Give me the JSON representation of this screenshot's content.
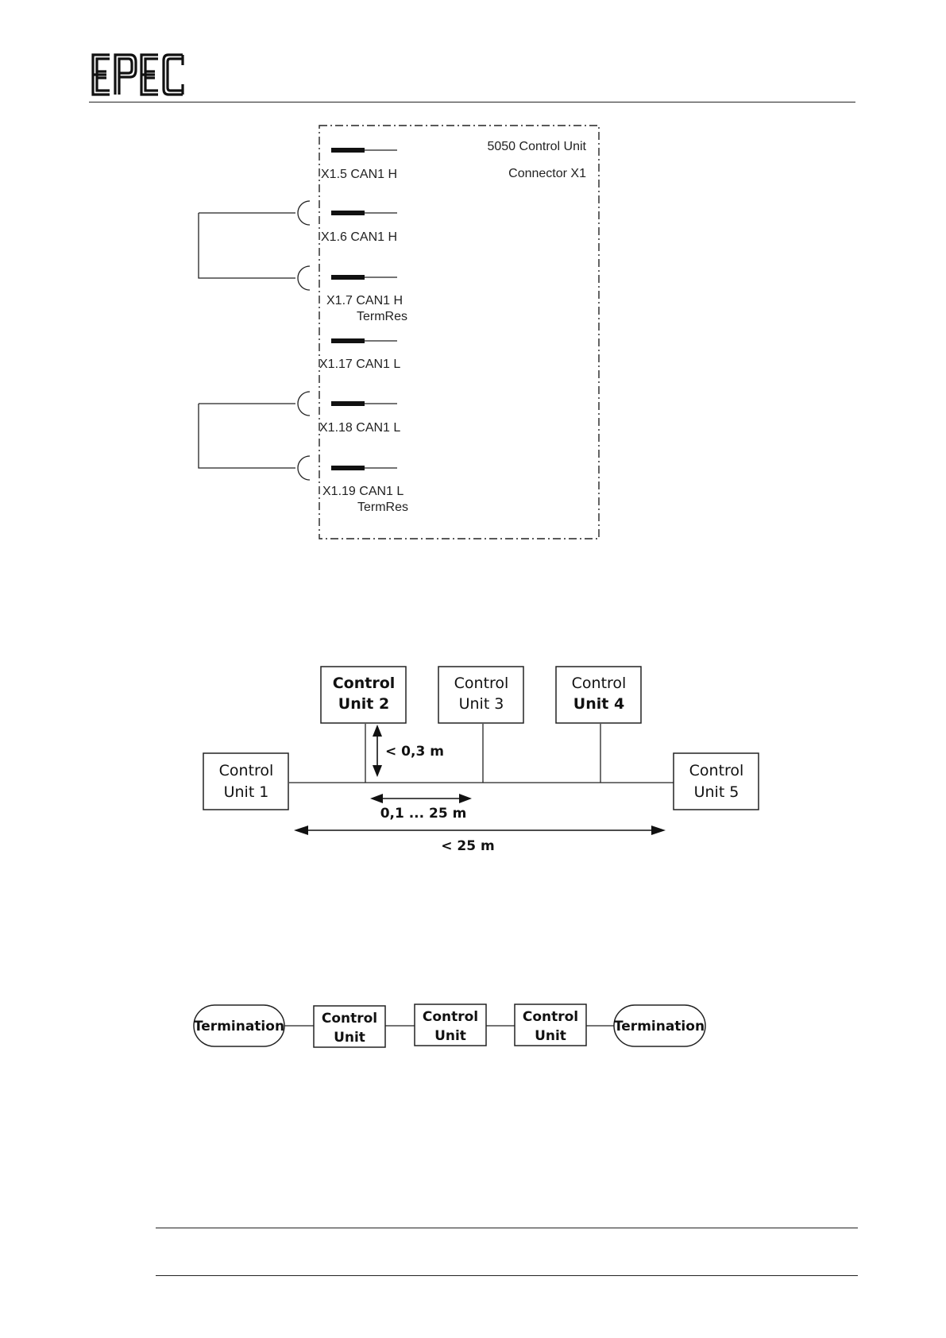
{
  "header": {
    "logo_text": "EPEC"
  },
  "connector_diagram": {
    "unit_title": "5050 Control Unit",
    "connector_label": "Connector X1",
    "pins": [
      {
        "line1": "X1.5 CAN1 H",
        "line2": ""
      },
      {
        "line1": "X1.6 CAN1 H",
        "line2": ""
      },
      {
        "line1": "X1.7 CAN1 H",
        "line2": "TermRes"
      },
      {
        "line1": "X1.17 CAN1 L",
        "line2": ""
      },
      {
        "line1": "X1.18 CAN1 L",
        "line2": ""
      },
      {
        "line1": "X1.19 CAN1 L",
        "line2": "TermRes"
      }
    ]
  },
  "bus_topology": {
    "units": [
      {
        "line1": "Control",
        "line2": "Unit 1"
      },
      {
        "line1": "Control",
        "line2": "Unit 2"
      },
      {
        "line1": "Control",
        "line2": "Unit 3"
      },
      {
        "line1": "Control",
        "line2": "Unit 4"
      },
      {
        "line1": "Control",
        "line2": "Unit 5"
      }
    ],
    "stub_label": "< 0,3 m",
    "spacing_label": "0,1 ... 25 m",
    "total_label": "< 25 m"
  },
  "termination_chain": {
    "end_label": "Termination",
    "unit_line1": "Control",
    "unit_line2": "Unit"
  }
}
